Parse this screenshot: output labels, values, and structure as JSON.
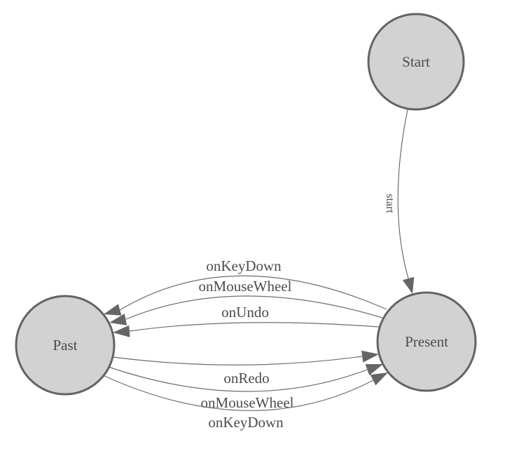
{
  "diagram": {
    "colors": {
      "background": "#ffffff",
      "node_fill": "#d2d2d2",
      "node_stroke": "#636363",
      "edge_stroke": "#6e6e6e",
      "arrow_fill": "#666666",
      "label_text": "#4c4c4c"
    },
    "nodes": [
      {
        "id": "start",
        "label": "Start"
      },
      {
        "id": "present",
        "label": "Present"
      },
      {
        "id": "past",
        "label": "Past"
      }
    ],
    "edges": [
      {
        "id": "start-to-present",
        "label": "start",
        "from": "Start",
        "to": "Present"
      },
      {
        "id": "present-to-past-keydown",
        "label": "onKeyDown",
        "from": "Present",
        "to": "Past"
      },
      {
        "id": "present-to-past-mousewheel",
        "label": "onMouseWheel",
        "from": "Present",
        "to": "Past"
      },
      {
        "id": "present-to-past-undo",
        "label": "onUndo",
        "from": "Present",
        "to": "Past"
      },
      {
        "id": "past-to-present-redo",
        "label": "onRedo",
        "from": "Past",
        "to": "Present"
      },
      {
        "id": "past-to-present-mousewheel",
        "label": "onMouseWheel",
        "from": "Past",
        "to": "Present"
      },
      {
        "id": "past-to-present-keydown",
        "label": "onKeyDown",
        "from": "Past",
        "to": "Present"
      }
    ]
  }
}
